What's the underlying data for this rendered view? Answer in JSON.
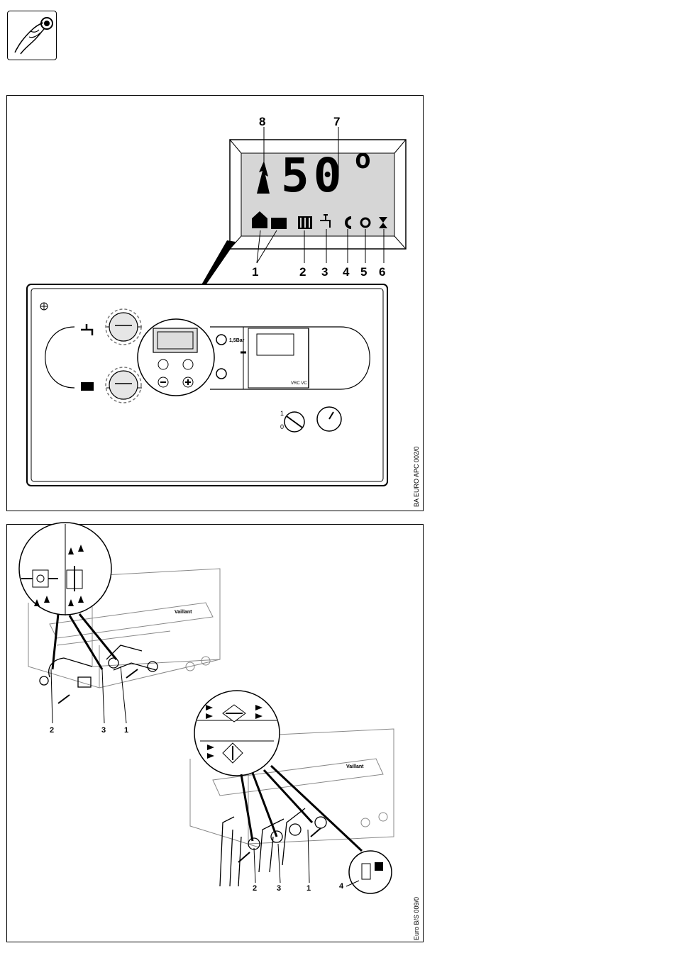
{
  "icons": {
    "top_hand": "hand-turning-knob-icon",
    "display": [
      "house-icon",
      "radiator-icon",
      "tap-icon",
      "cycle-icon",
      "circle-icon",
      "hourglass-icon",
      "flame-icon"
    ]
  },
  "figure1": {
    "display_readout": "50",
    "degree_symbol": "o",
    "callouts": [
      "1",
      "2",
      "3",
      "4",
      "5",
      "6",
      "7",
      "8"
    ],
    "panel_label_bar": "1,5Bar",
    "panel_small_label": "VRC VC",
    "gauge_labels": [
      "1",
      "0"
    ],
    "caption": "BA EURO APC 002/0"
  },
  "figure2": {
    "callouts_upper": [
      "2",
      "3",
      "1"
    ],
    "callouts_lower": [
      "2",
      "3",
      "1",
      "4"
    ],
    "brand_label": "Vaillant",
    "caption": "Euro B/S 009/0"
  }
}
